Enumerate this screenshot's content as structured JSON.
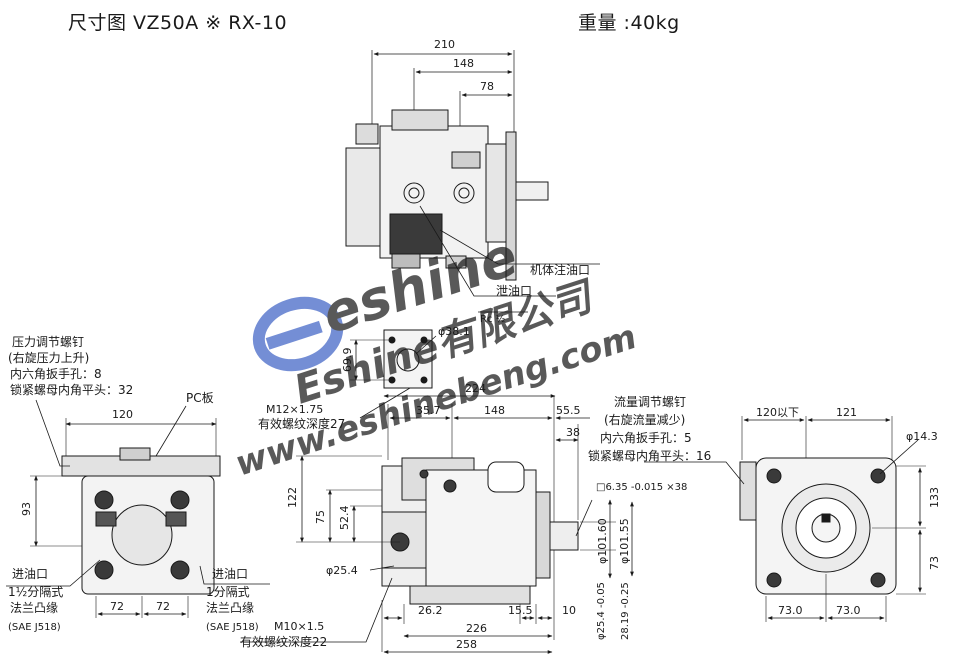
{
  "header": {
    "title_left": "尺寸图 VZ50A ※ RX-10",
    "title_right": "重量 :40kg"
  },
  "watermark": {
    "brand": "eshine",
    "company": "Eshine有限公司",
    "url": "www.eshinebeng.com",
    "color": "#3f63c6"
  },
  "top_view": {
    "dims": {
      "d210": "210",
      "d148": "148",
      "d78": "78"
    },
    "callouts": {
      "body_port": "机体注油口",
      "drain_port": "泄油口",
      "rc": "Rc ½"
    }
  },
  "left_view": {
    "callouts": [
      "压力调节螺钉",
      "(右旋压力上升)",
      "内六角扳手孔：8",
      "锁紧螺母内角平头：32"
    ],
    "pc_board": "PC板",
    "dims": {
      "d120": "120",
      "d93": "93",
      "d72a": "72",
      "d72b": "72"
    },
    "inlet_a": [
      "进油口",
      "1½分隔式",
      "法兰凸缘",
      "(SAE J518)"
    ],
    "inlet_b": [
      "进油口",
      "1分隔式",
      "法兰凸缘",
      "(SAE J518)"
    ]
  },
  "flange_detail": {
    "dims": {
      "d38_1": "φ38.1",
      "d69_9": "69.9",
      "d224": "224"
    },
    "thread": [
      "M12×1.75",
      "有效螺纹深度27"
    ]
  },
  "front_view": {
    "dims": {
      "d35_7": "35.7",
      "d148": "148",
      "d55_5": "55.5",
      "d38": "38",
      "d122": "122",
      "d75": "75",
      "d52_4": "52.4",
      "d25_4": "φ25.4",
      "d26_2": "26.2",
      "d15_5": "15.5",
      "d10": "10",
      "d226": "226",
      "d258": "258",
      "d101_60": "φ101.60",
      "d101_55": "φ101.55",
      "d25_4_shaft": "φ25.4 -0.05",
      "d28_19": "28.19 -0.25",
      "key": "□6.35 -0.015 ×38"
    },
    "thread": [
      "M10×1.5",
      "有效螺纹深度22"
    ]
  },
  "right_view": {
    "callouts": [
      "流量调节螺钉",
      "(右旋流量减少)",
      "内六角扳手孔：5",
      "锁紧螺母内角平头：16"
    ],
    "dims": {
      "d120": "120以下",
      "d121": "121",
      "d14_3": "φ14.3",
      "d133": "133",
      "d73v": "73",
      "d73a": "73.0",
      "d73b": "73.0"
    }
  }
}
